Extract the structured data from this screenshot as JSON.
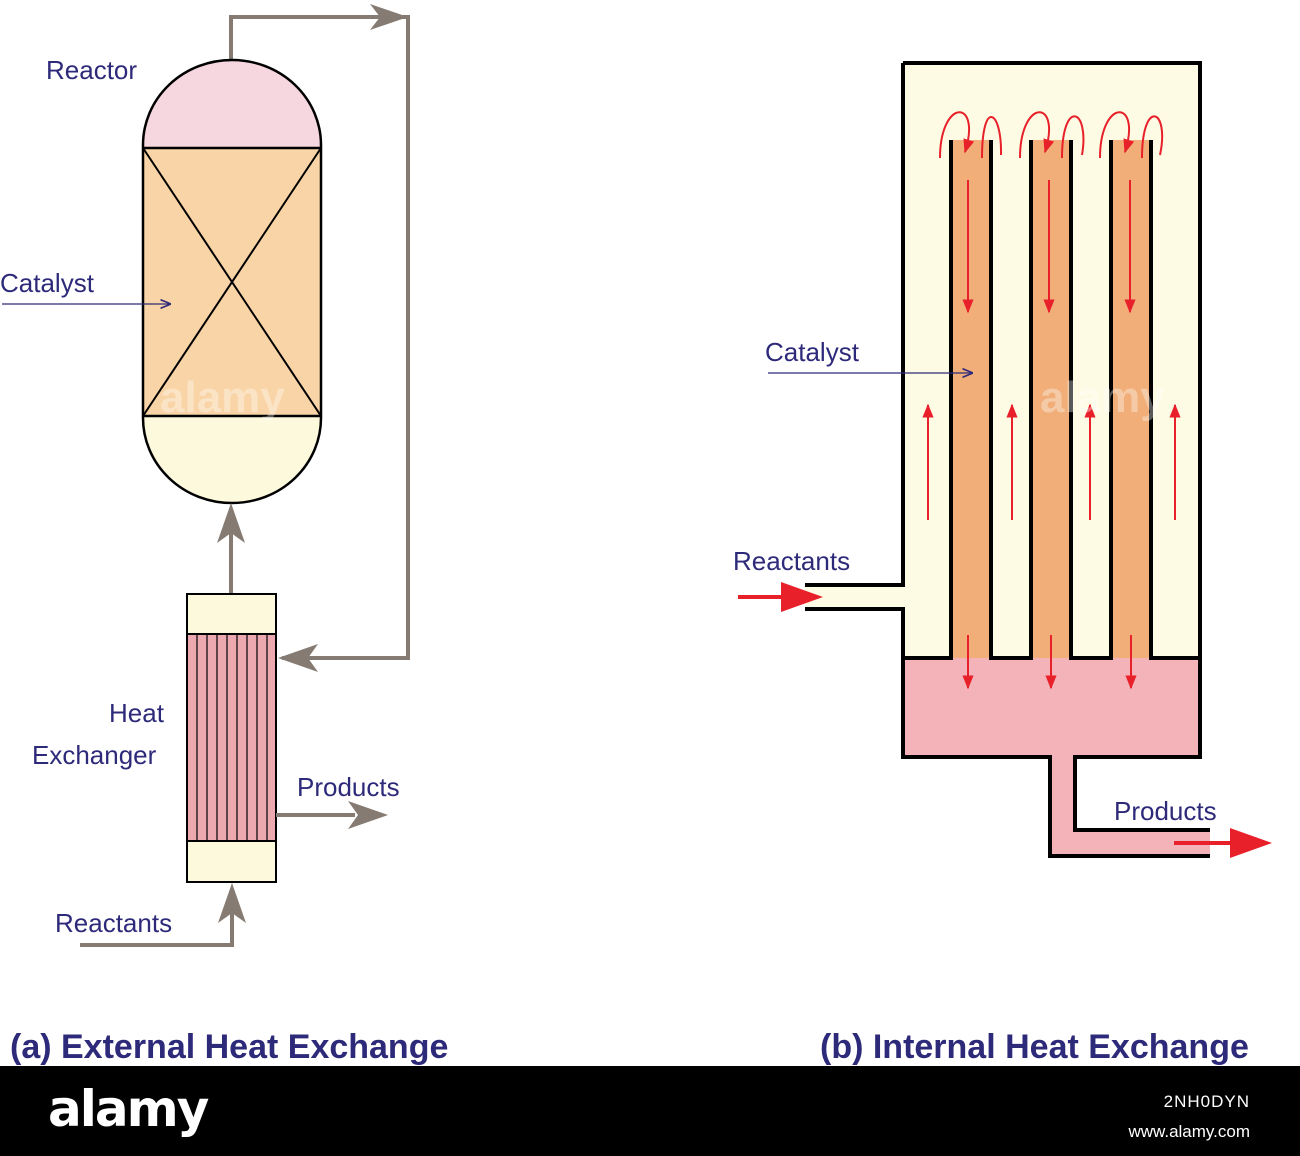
{
  "external": {
    "reactor_label": "Reactor",
    "catalyst_label": "Catalyst",
    "heat_label_line1": "Heat",
    "heat_label_line2": "Exchanger",
    "products_label": "Products",
    "reactants_label": "Reactants",
    "caption": "(a) External Heat Exchange"
  },
  "internal": {
    "catalyst_label": "Catalyst",
    "reactants_label": "Reactants",
    "products_label": "Products",
    "caption": "(b) Internal Heat Exchange"
  },
  "watermark": {
    "text": "alamy"
  },
  "footer": {
    "brand": "alamy",
    "image_id": "2NH0DYN",
    "site": "www.alamy.com"
  },
  "colors": {
    "label_text": "#2e2a7a",
    "pipe_gray": "#857b73",
    "flow_red": "#e8202a",
    "reactor_top": "#f6d6df",
    "catalyst_bed": "#f9d4a6",
    "reactor_bottom": "#fdf9dc",
    "exchanger_tubes": "#ecaab0",
    "shell_fill": "#fefbe4",
    "tube_orange": "#f1ae78",
    "plenum_pink": "#f3b3b8"
  }
}
